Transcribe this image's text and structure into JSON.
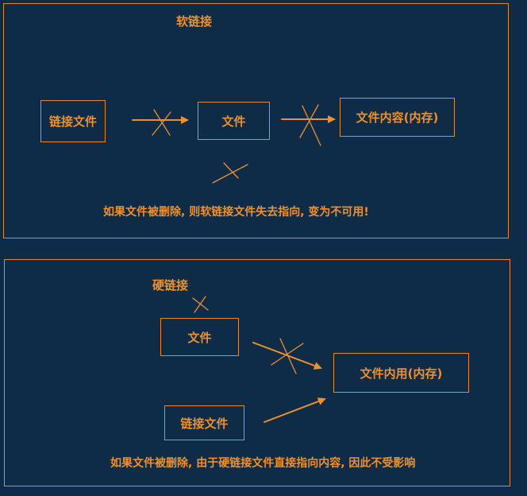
{
  "soft_link": {
    "title": "软链接",
    "boxes": {
      "link_file": "链接文件",
      "file": "文件",
      "content": "文件内容(内存)"
    },
    "note": "如果文件被删除, 则软链接文件失去指向, 变为不可用!"
  },
  "hard_link": {
    "title": "硬链接",
    "boxes": {
      "file": "文件",
      "content": "文件内用(内存)",
      "link_file": "链接文件"
    },
    "note": "如果文件被删除, 由于硬链接文件直接指向内容, 因此不受影响"
  },
  "colors": {
    "background": "#0e2c47",
    "accent": "#f0902a"
  }
}
